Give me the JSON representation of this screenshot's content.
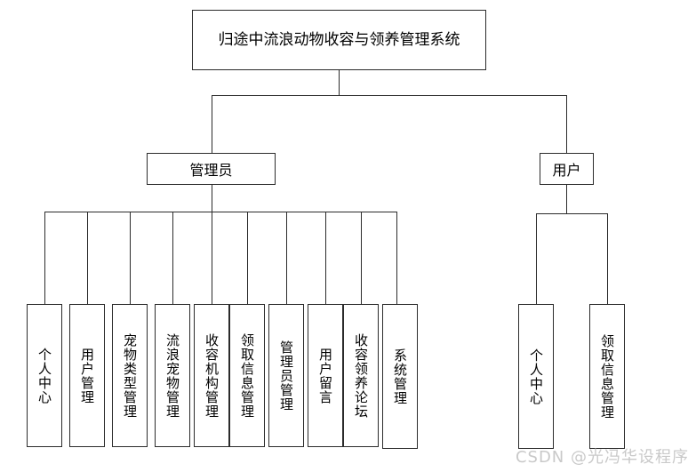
{
  "diagram": {
    "type": "hierarchy-tree",
    "root": {
      "label": "归途中流浪动物收容与领养管理系统"
    },
    "level2": [
      {
        "label": "管理员"
      },
      {
        "label": "用户"
      }
    ],
    "admin_leaves": [
      {
        "label": "个人中心"
      },
      {
        "label": "用户管理"
      },
      {
        "label": "宠物类型管理"
      },
      {
        "label": "流浪宠物管理"
      },
      {
        "label": "收容机构管理"
      },
      {
        "label": "领取信息管理"
      },
      {
        "label": "管理员管理"
      },
      {
        "label": "用户留言"
      },
      {
        "label": "收容领养论坛"
      },
      {
        "label": "系统管理"
      }
    ],
    "user_leaves": [
      {
        "label": "个人中心"
      },
      {
        "label": "领取信息管理"
      }
    ]
  },
  "watermark": {
    "text": "CSDN @光冯华设程序"
  },
  "colors": {
    "line": "#2b2b2b",
    "background": "#ffffff",
    "watermark": "#c9c9c9"
  }
}
